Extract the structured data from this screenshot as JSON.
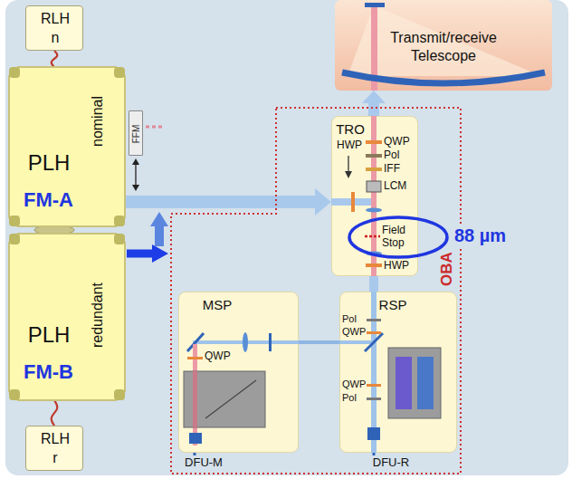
{
  "diagram": {
    "nodes": [
      {
        "text": [
          "RLH n"
        ]
      },
      {
        "text": [
          "PLH",
          "nominal"
        ]
      },
      {
        "text": [
          "PLH",
          "redundant"
        ]
      },
      {
        "text": [
          "RLH r"
        ]
      },
      {
        "text": [
          "FFM"
        ]
      },
      {
        "text": [
          "Transmit/receive Telescope"
        ]
      },
      {
        "text": [
          "OBA"
        ]
      },
      {
        "text": [
          "TRO"
        ],
        "in": 6
      },
      {
        "text": [
          "MSP"
        ],
        "in": 6
      },
      {
        "text": [
          "RSP"
        ],
        "in": 6
      }
    ],
    "edges": [
      {
        "from": 0,
        "to": 1,
        "arrow": "none"
      },
      {
        "from": 3,
        "to": 2,
        "arrow": "none"
      },
      {
        "from": 1,
        "to": 7,
        "arrow": "to"
      },
      {
        "from": 7,
        "to": 5,
        "arrow": "to"
      },
      {
        "from": 7,
        "to": 9,
        "arrow": "none"
      },
      {
        "from": 9,
        "to": 8,
        "arrow": "none"
      }
    ],
    "labels": [
      "FM-A",
      "FM-B",
      "HWP",
      "QWP",
      "Pol",
      "IFF",
      "LCM",
      "Field Stop",
      "HWP",
      "88 µm",
      "QWP",
      "Pol",
      "QWP",
      "QWP",
      "Pol",
      "DFU-M",
      "DFU-R"
    ]
  }
}
